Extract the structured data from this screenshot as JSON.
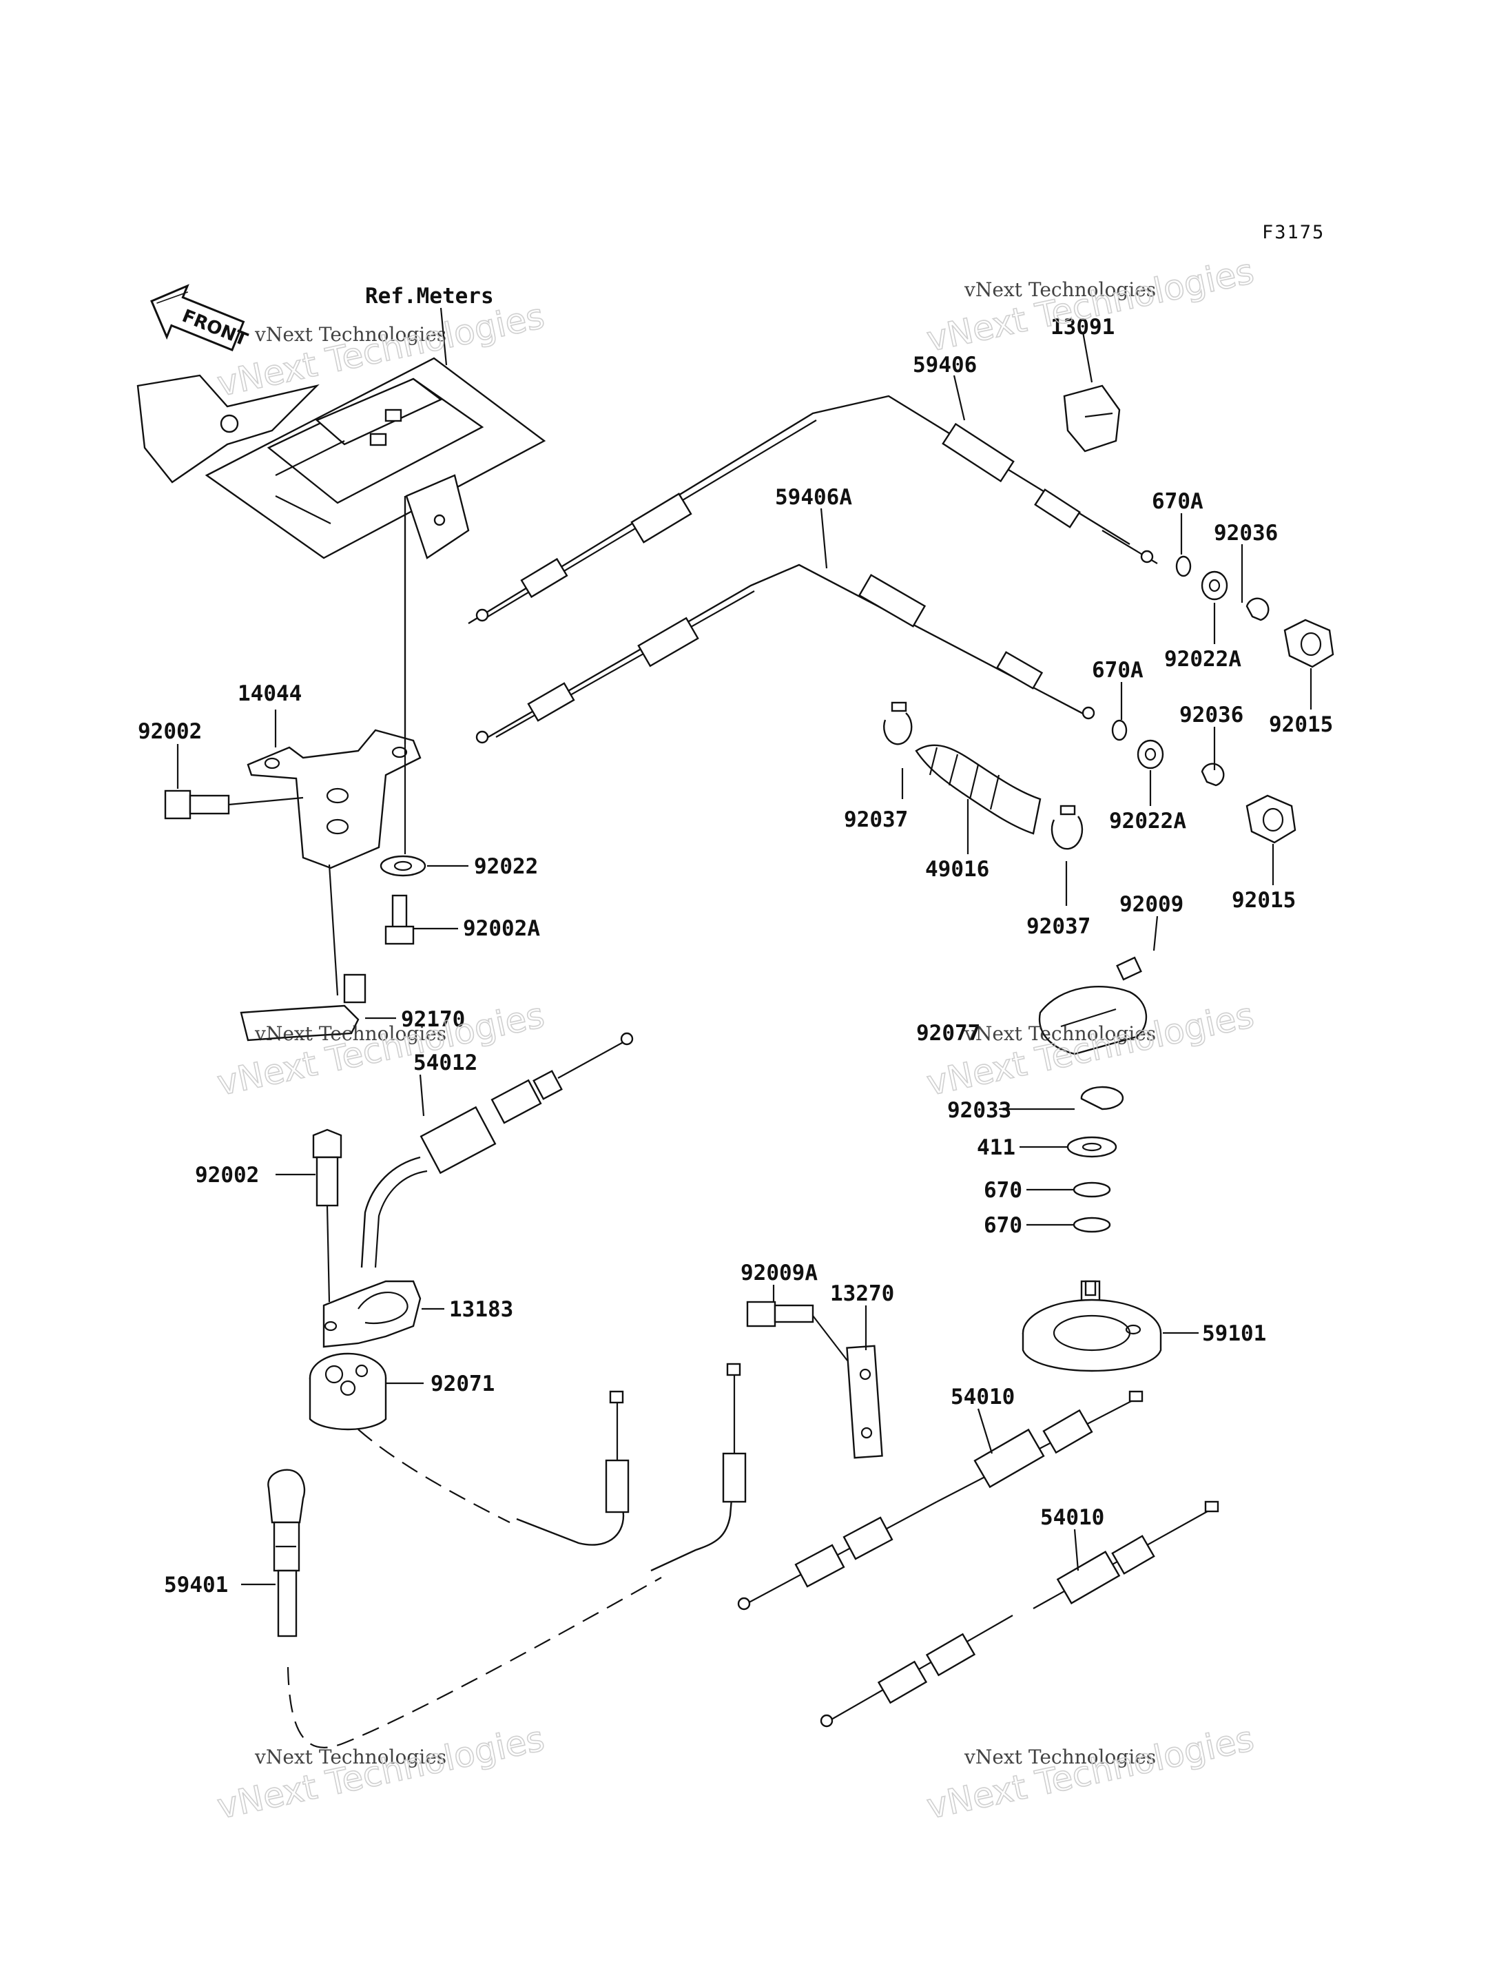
{
  "diagram": {
    "code": "F3175",
    "front_label": "FRONT",
    "ref_label": "Ref.Meters",
    "watermark": {
      "line1": "vNext Technologies",
      "line2": "vNext Technologies"
    },
    "parts": {
      "p13091": "13091",
      "p59406": "59406",
      "p59406A": "59406A",
      "p670A_1": "670A",
      "p670A_2": "670A",
      "p92036_1": "92036",
      "p92036_2": "92036",
      "p92022A_1": "92022A",
      "p92022A_2": "92022A",
      "p92015_1": "92015",
      "p92015_2": "92015",
      "p14044": "14044",
      "p92002_1": "92002",
      "p92002_2": "92002",
      "p92022": "92022",
      "p92002A": "92002A",
      "p92170": "92170",
      "p54012": "54012",
      "p92037_1": "92037",
      "p92037_2": "92037",
      "p49016": "49016",
      "p92009": "92009",
      "p92077": "92077",
      "p92033": "92033",
      "p411": "411",
      "p670_1": "670",
      "p670_2": "670",
      "p59101": "59101",
      "p92009A": "92009A",
      "p13270": "13270",
      "p13183": "13183",
      "p92071": "92071",
      "p54010_1": "54010",
      "p54010_2": "54010",
      "p59401": "59401"
    }
  }
}
